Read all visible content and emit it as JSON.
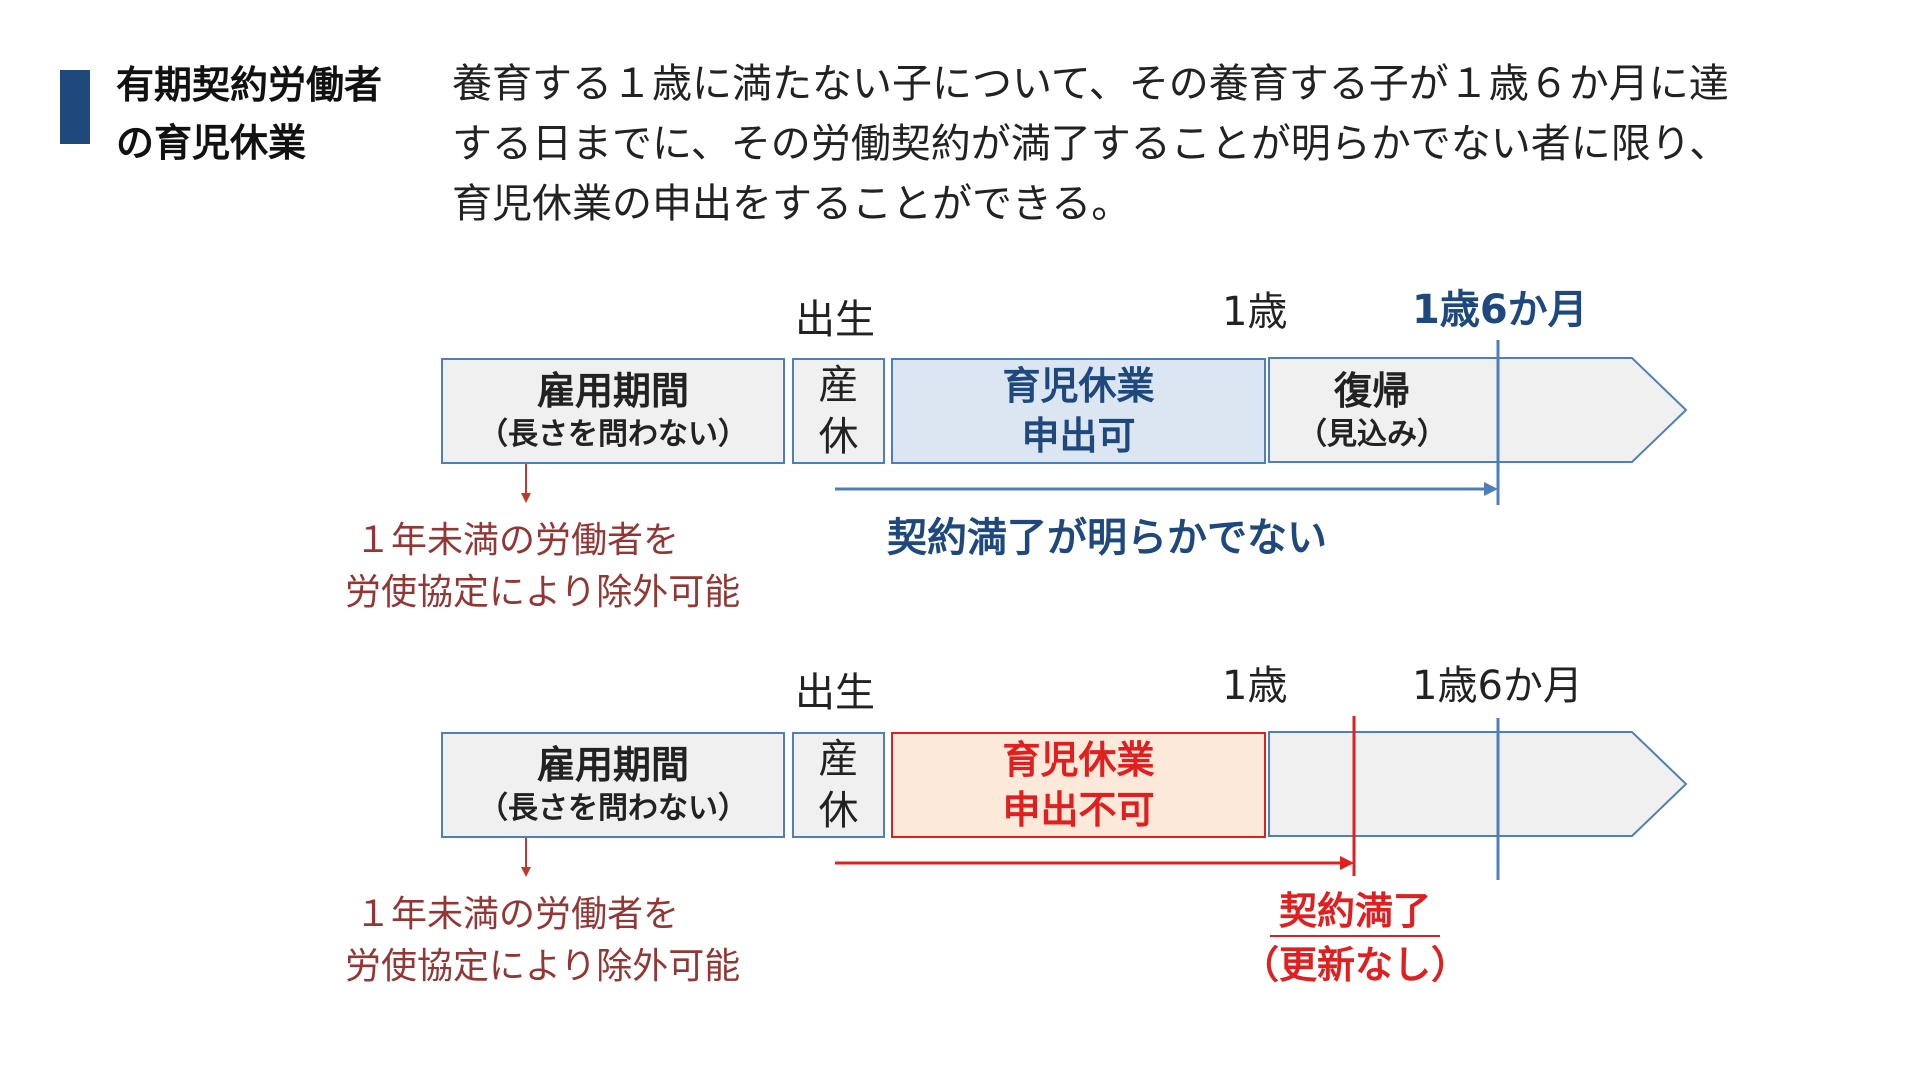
{
  "header": {
    "title_line1": "有期契約労働者",
    "title_line2": "の育児休業",
    "desc_line1": "養育する１歳に満たない子について、その養育する子が１歳６か月に達",
    "desc_line2": "する日までに、その労働契約が満了することが明らかでない者に限り、",
    "desc_line3": "育児休業の申出をすることができる。"
  },
  "case1": {
    "birth": "出生",
    "age1": "1歳",
    "age1_6": "1歳6か月",
    "employment_title": "雇用期間",
    "employment_sub": "（長さを問わない）",
    "maternity_line1": "産",
    "maternity_line2": "休",
    "leave_line1": "育児休業",
    "leave_line2": "申出可",
    "return_title": "復帰",
    "return_sub": "（見込み）",
    "contract_note": "契約満了が明らかでない",
    "exclusion_line1": "１年未満の労働者を",
    "exclusion_line2": "労使協定により除外可能"
  },
  "case2": {
    "birth": "出生",
    "age1": "1歳",
    "age1_6": "1歳6か月",
    "employment_title": "雇用期間",
    "employment_sub": "（長さを問わない）",
    "maternity_line1": "産",
    "maternity_line2": "休",
    "leave_line1": "育児休業",
    "leave_line2": "申出不可",
    "contract_end_line1": "契約満了",
    "contract_end_line2": "（更新なし）",
    "exclusion_line1": "１年未満の労働者を",
    "exclusion_line2": "労使協定により除外可能"
  },
  "colors": {
    "accent": "#1f497d",
    "box_border": "#4f7fb8",
    "leave_ok_fill": "#dce6f2",
    "leave_ng_fill": "#fde9d9",
    "red": "#e02020",
    "note_red": "#943634"
  }
}
